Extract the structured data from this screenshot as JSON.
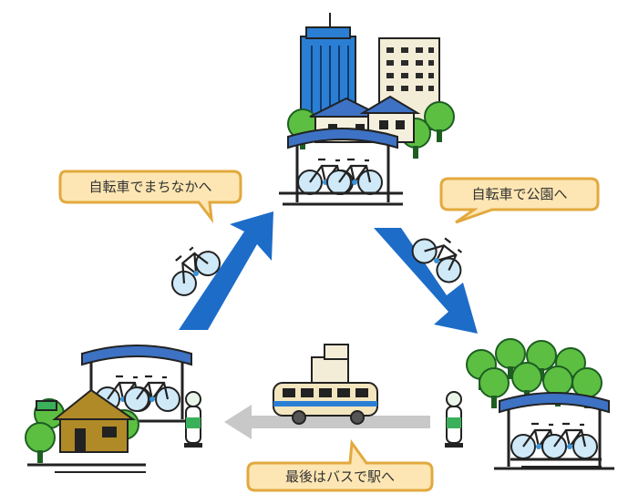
{
  "labels": {
    "to_town": "自転車でまちなかへ",
    "to_park": "自転車で公園へ",
    "bus_to_station": "最後はバスで駅へ"
  },
  "colors": {
    "arrow_blue": "#1d6cc8",
    "arrow_gray": "#c8c8c8",
    "bubble_fill": "#fde6b3",
    "bubble_stroke": "#e2a93e",
    "tree_green": "#4caf3b",
    "tree_dark": "#1e7a2e",
    "building_blue": "#2a7fd4",
    "roof_blue": "#3d72c4",
    "house_olive": "#b18a28",
    "bus_cream": "#f3e6bf",
    "bike_blue": "#6fb7e6"
  },
  "icons": {
    "city": "city-buildings-icon",
    "park": "park-trees-icon",
    "home": "house-icon",
    "bus": "bus-icon",
    "bike": "bicycle-icon",
    "bus_stop": "bus-stop-icon",
    "parking": "bicycle-parking-icon"
  }
}
